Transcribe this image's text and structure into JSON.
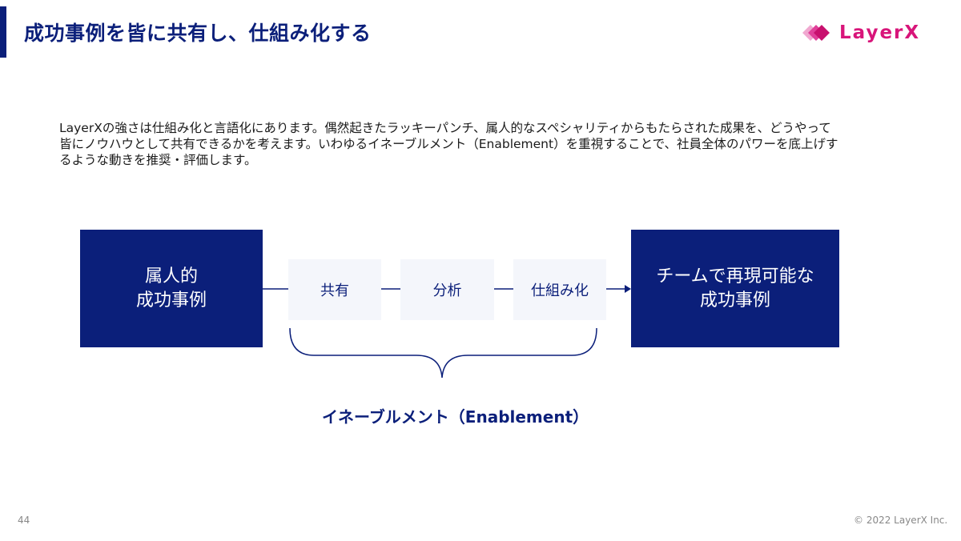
{
  "header": {
    "title": "成功事例を皆に共有し、仕組み化する",
    "logo_text": "LayerX"
  },
  "body": {
    "lines": [
      "LayerXの強さは仕組み化と言語化にあります。偶然起きたラッキーパンチ、属人的なスペシャリティからもたらされた成果を、どうやって",
      "皆にノウハウとして共有できるかを考えます。いわゆるイネーブルメント（Enablement）を重視することで、社員全体のパワーを底上げす",
      "るような動きを推奨・評価します。"
    ]
  },
  "diagram": {
    "left_box": [
      "属人的",
      "成功事例"
    ],
    "steps": [
      "共有",
      "分析",
      "仕組み化"
    ],
    "right_box": [
      "チームで再現可能な",
      "成功事例"
    ],
    "caption": "イネーブルメント（Enablement）"
  },
  "footer": {
    "page_number": "44",
    "copyright": "© 2022 LayerX Inc."
  },
  "colors": {
    "navy": "#0b1f7a",
    "magenta": "#d8157a",
    "step_bg": "#f4f6fb"
  }
}
